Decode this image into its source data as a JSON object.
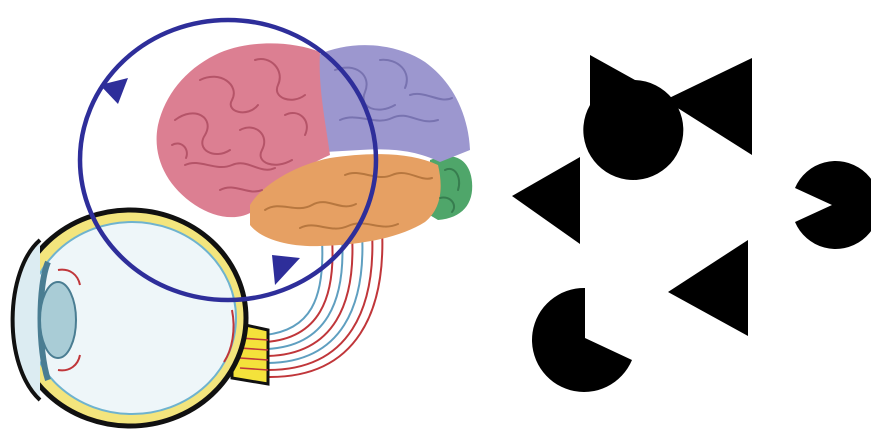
{
  "colors": {
    "background": "#ffffff",
    "cycle_arrow": "#2e2e9a",
    "frontal_lobe": "#dc7f92",
    "parietal_lobe": "#9c97cf",
    "temporal_lobe": "#e6a063",
    "occipital_lobe": "#4fa66a",
    "eye_outline": "#111111",
    "eye_fill": "#eef6f9",
    "eye_rim": "#f3e57d",
    "lens": "#a9ccd6",
    "optic_nerve": "#f4e23b",
    "nerve_red": "#c0363a",
    "nerve_blue": "#5f9fc0",
    "kanizsa_shapes": "#000000"
  },
  "panels": [
    {
      "id": "eye-brain-loop",
      "parts": [
        "brain",
        "eye",
        "optic-nerve-fibers",
        "cycle-arrow"
      ]
    },
    {
      "id": "kanizsa-triangle",
      "inducers": [
        "pacman",
        "pacman",
        "pacman",
        "wedge",
        "wedge",
        "wedge"
      ]
    }
  ]
}
